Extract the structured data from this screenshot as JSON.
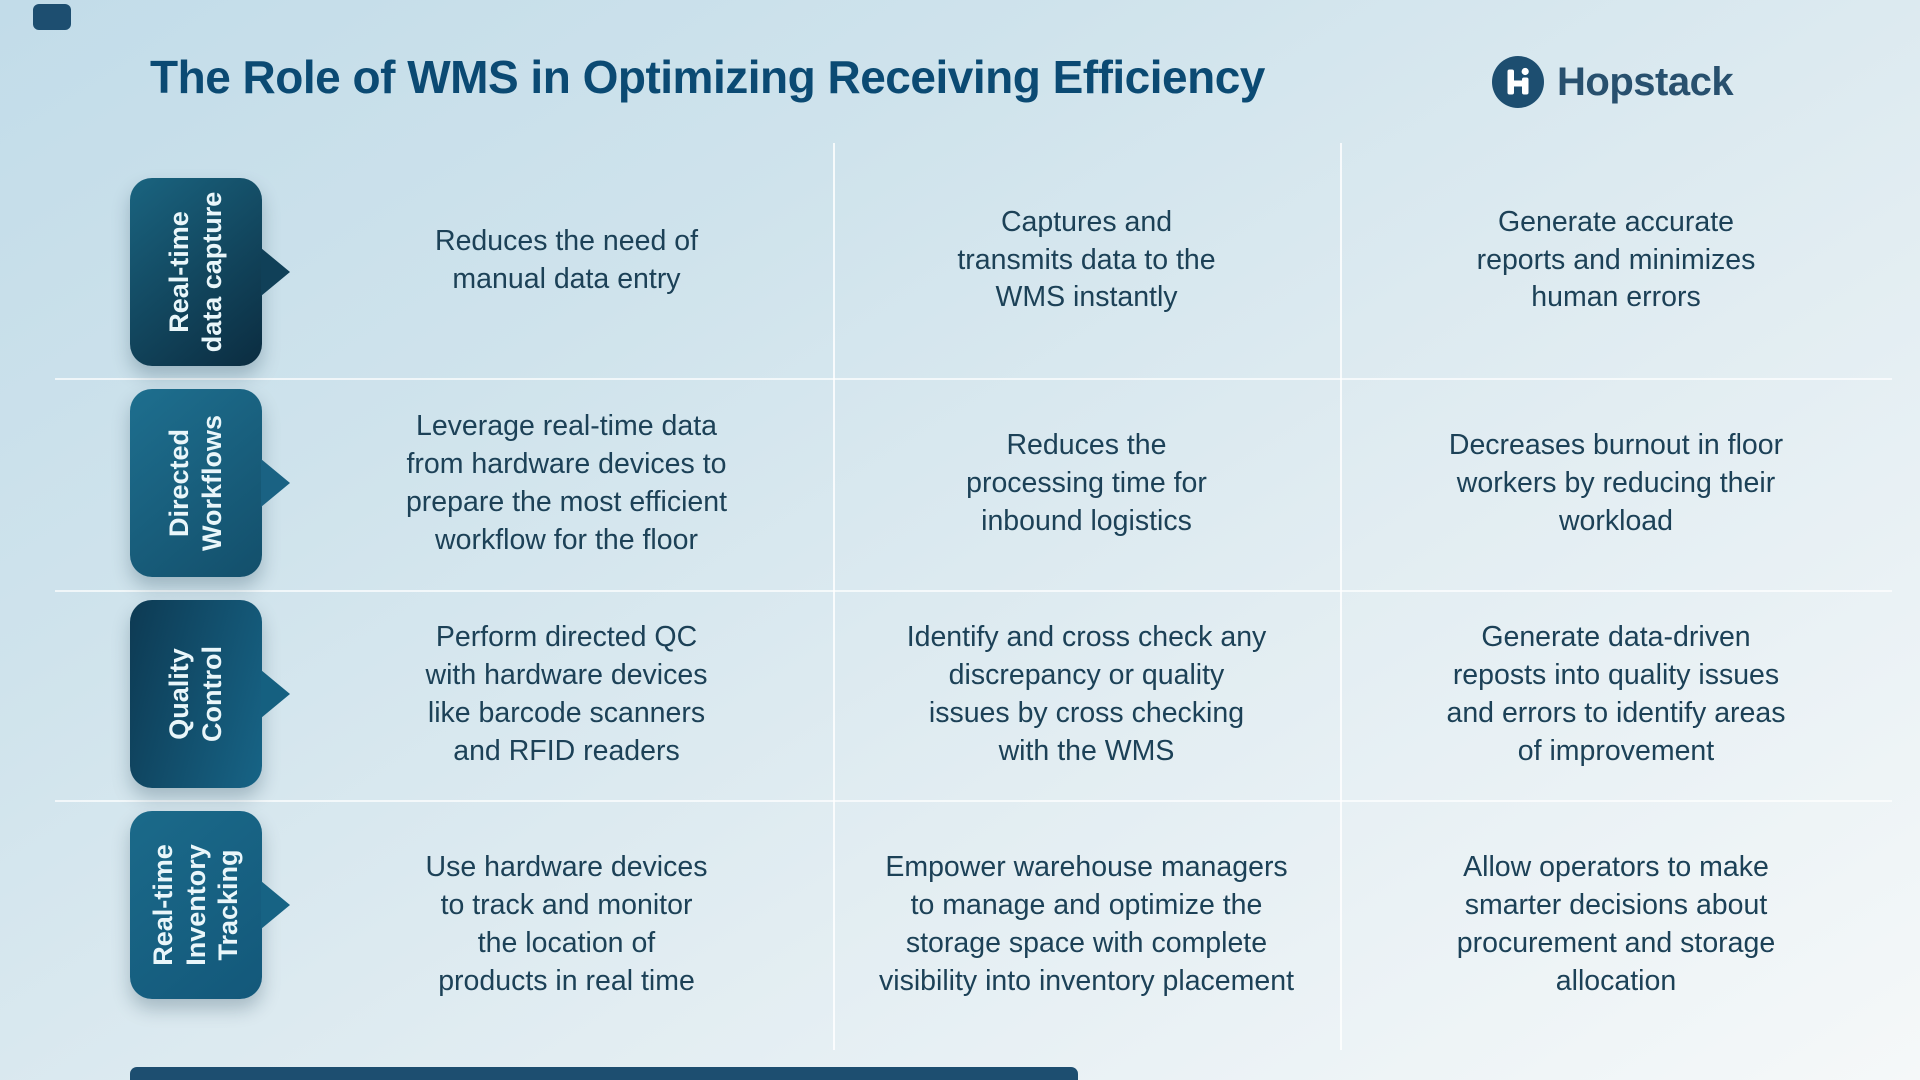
{
  "title": "The Role of WMS in Optimizing Receiving Efficiency",
  "brand": {
    "name": "Hopstack",
    "monogram": "H"
  },
  "colors": {
    "title_text": "#0b4a73",
    "body_text": "#1c4157",
    "tab_text": "#e9f6fa",
    "logo_navy": "#1d4e70",
    "background_top": "#c2dce9",
    "background_bottom": "#f5f8f9",
    "tab_gradients": [
      [
        "#1a6480",
        "#0b2c40"
      ],
      [
        "#1e6f8f",
        "#134f6b"
      ],
      [
        "#0d3a53",
        "#176486"
      ],
      [
        "#1b6a8a",
        "#13587a"
      ]
    ]
  },
  "rows": [
    {
      "tab": "Real-time\ndata capture",
      "cells": [
        "Reduces the need of\nmanual data entry",
        "Captures and\ntransmits data to the\nWMS instantly",
        "Generate accurate\nreports and minimizes\nhuman errors"
      ]
    },
    {
      "tab": "Directed\nWorkflows",
      "cells": [
        "Leverage real-time data\nfrom hardware devices to\nprepare the most efficient\nworkflow for the floor",
        "Reduces the\nprocessing time for\ninbound logistics",
        "Decreases burnout in floor\nworkers by reducing their\nworkload"
      ]
    },
    {
      "tab": "Quality\nControl",
      "cells": [
        "Perform directed QC\nwith hardware devices\nlike barcode scanners\nand RFID readers",
        "Identify and cross check any\ndiscrepancy or quality\nissues by cross checking\nwith the WMS",
        "Generate data-driven\nreposts into quality issues\nand errors to identify areas\nof improvement"
      ]
    },
    {
      "tab": "Real-time\nInventory\nTracking",
      "cells": [
        "Use hardware devices\nto track and monitor\nthe location of\nproducts in real time",
        "Empower warehouse managers\nto manage and optimize the\nstorage space with complete\nvisibility into inventory placement",
        "Allow operators to make\nsmarter decisions about\nprocurement and storage\nallocation"
      ]
    }
  ]
}
